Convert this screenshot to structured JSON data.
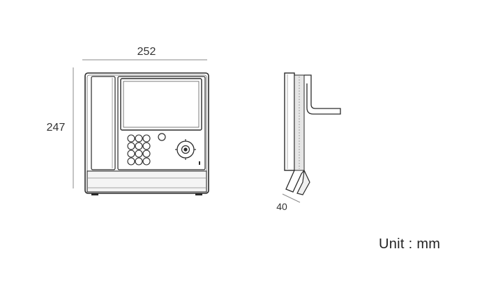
{
  "dimensions": {
    "width": "252",
    "height": "247",
    "depth": "40"
  },
  "unit_label": "Unit : mm",
  "colors": {
    "outline": "#2a2a2a",
    "dimension_line": "#888888",
    "screen_fill": "#ffffff",
    "shading": "#bfbfbf"
  }
}
